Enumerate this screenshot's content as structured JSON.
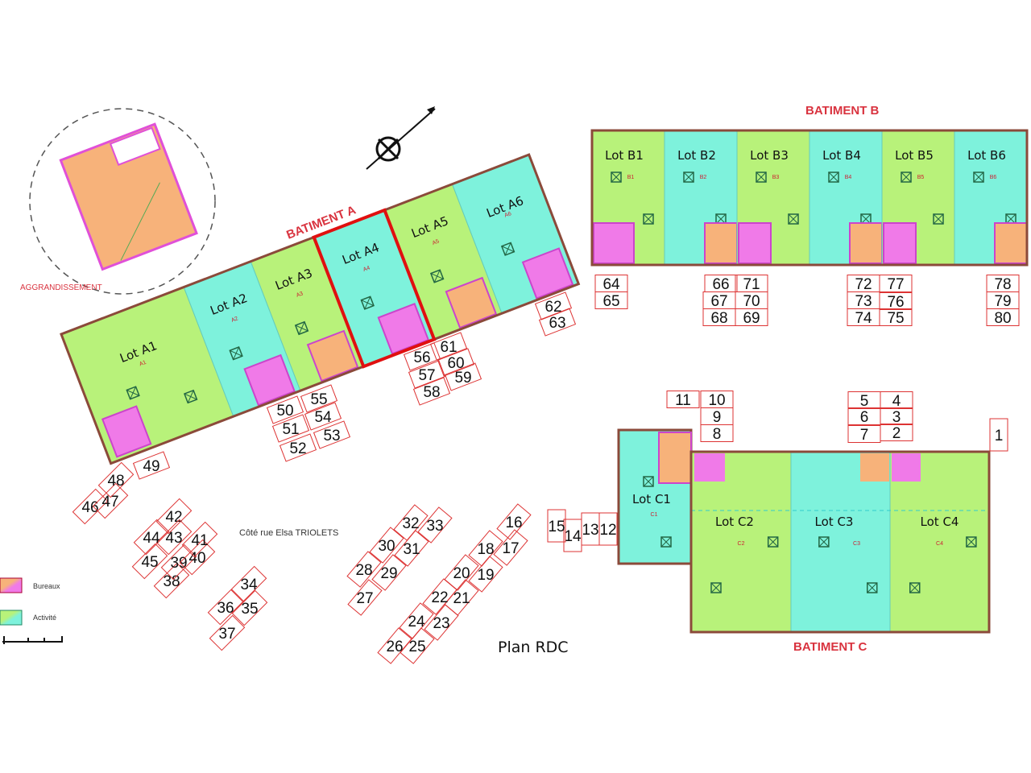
{
  "colors": {
    "activite_green": "#b8f27a",
    "activite_cyan": "#7ef2dc",
    "bureaux_orange": "#f7b27a",
    "bureaux_magenta": "#f07ae8",
    "wall": "#8b4a3a",
    "highlight": "#e01010",
    "label_red": "#d9333f"
  },
  "batiment_a": {
    "title": "BATIMENT A",
    "lots": [
      "Lot A1",
      "Lot A2",
      "Lot A3",
      "Lot A4",
      "Lot A5",
      "Lot A6"
    ],
    "codes": [
      "A1",
      "A2",
      "A3",
      "A4",
      "A5",
      "A6"
    ],
    "highlighted": "Lot A4"
  },
  "batiment_b": {
    "title": "BATIMENT B",
    "lots": [
      "Lot B1",
      "Lot B2",
      "Lot B3",
      "Lot B4",
      "Lot B5",
      "Lot B6"
    ],
    "codes": [
      "B1",
      "B2",
      "B3",
      "B4",
      "B5",
      "B6"
    ]
  },
  "batiment_c": {
    "title": "BATIMENT C",
    "lots": [
      "Lot C1",
      "Lot C2",
      "Lot C3",
      "Lot C4"
    ],
    "codes": [
      "C1",
      "C2",
      "C3",
      "C4"
    ]
  },
  "aggrandissement": "AGGRANDISSEMENT",
  "street": "Côté rue Elsa TRIOLETS",
  "plan_title": "Plan RDC",
  "legend": {
    "bureaux": "Bureaux",
    "activite": "Activité"
  },
  "parking": [
    "1",
    "2",
    "3",
    "4",
    "5",
    "6",
    "7",
    "8",
    "9",
    "10",
    "11",
    "12",
    "13",
    "14",
    "15",
    "16",
    "17",
    "18",
    "19",
    "20",
    "21",
    "22",
    "23",
    "24",
    "25",
    "26",
    "27",
    "28",
    "29",
    "30",
    "31",
    "32",
    "33",
    "34",
    "35",
    "36",
    "37",
    "38",
    "39",
    "40",
    "41",
    "42",
    "43",
    "44",
    "45",
    "46",
    "47",
    "48",
    "49",
    "50",
    "51",
    "52",
    "53",
    "54",
    "55",
    "56",
    "57",
    "58",
    "59",
    "60",
    "61",
    "62",
    "63",
    "64",
    "65",
    "66",
    "67",
    "68",
    "69",
    "70",
    "71",
    "72",
    "73",
    "74",
    "75",
    "76",
    "77",
    "78",
    "79",
    "80"
  ]
}
